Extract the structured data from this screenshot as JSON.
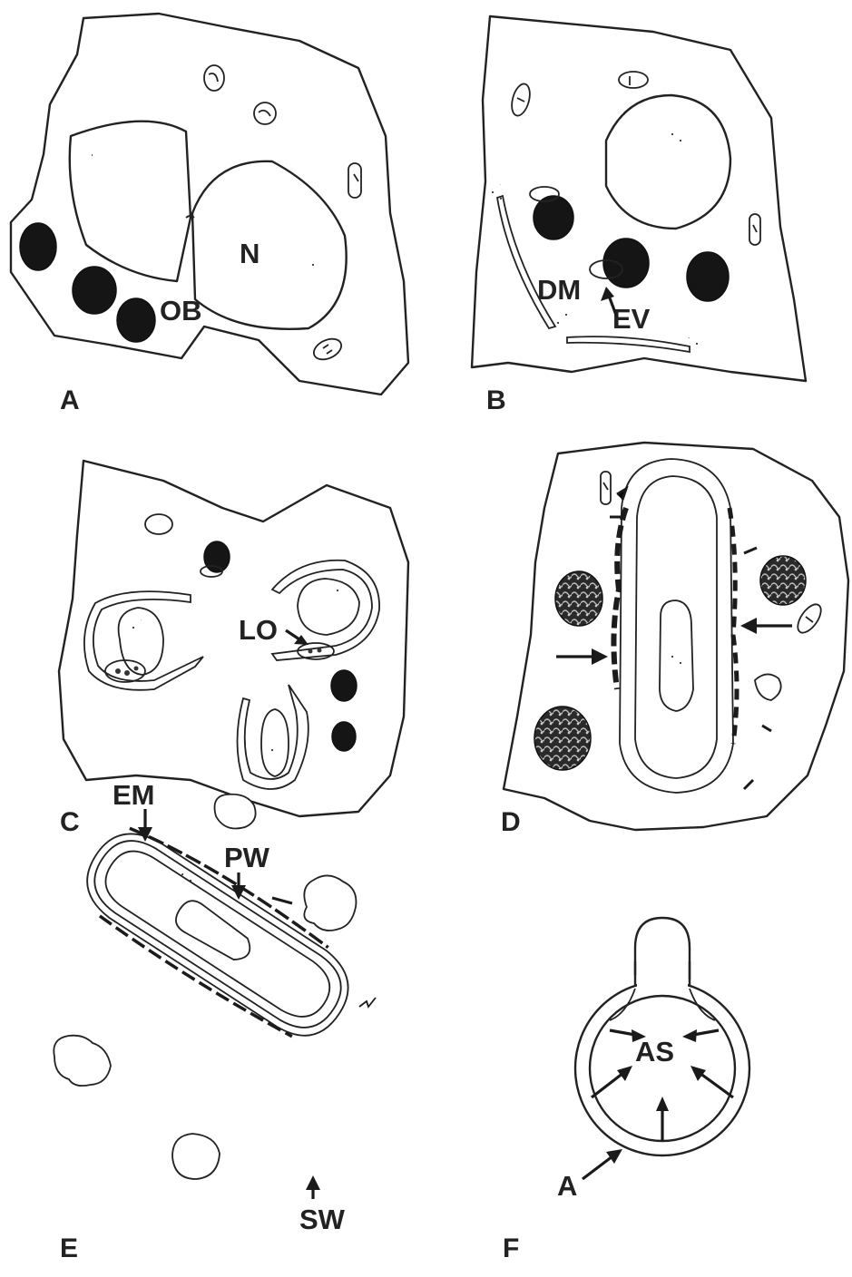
{
  "panels": [
    {
      "letter": "A",
      "labels": [
        "N",
        "OB"
      ]
    },
    {
      "letter": "B",
      "labels": [
        "DM",
        "EV"
      ]
    },
    {
      "letter": "C",
      "labels": [
        "LO"
      ]
    },
    {
      "letter": "D",
      "labels": []
    },
    {
      "letter": "E",
      "labels": [
        "EM",
        "PW",
        "SW"
      ]
    },
    {
      "letter": "F",
      "labels": [
        "AS",
        "A"
      ]
    }
  ]
}
